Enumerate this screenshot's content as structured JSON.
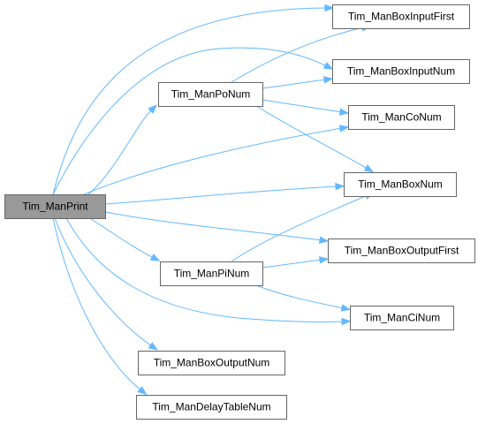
{
  "graph": {
    "nodes": [
      {
        "id": "print",
        "label": "Tim_ManPrint",
        "highlight": true
      },
      {
        "id": "poNum",
        "label": "Tim_ManPoNum"
      },
      {
        "id": "piNum",
        "label": "Tim_ManPiNum"
      },
      {
        "id": "boxInputFirst",
        "label": "Tim_ManBoxInputFirst"
      },
      {
        "id": "boxInputNum",
        "label": "Tim_ManBoxInputNum"
      },
      {
        "id": "coNum",
        "label": "Tim_ManCoNum"
      },
      {
        "id": "boxNum",
        "label": "Tim_ManBoxNum"
      },
      {
        "id": "boxOutputFirst",
        "label": "Tim_ManBoxOutputFirst"
      },
      {
        "id": "ciNum",
        "label": "Tim_ManCiNum"
      },
      {
        "id": "boxOutputNum",
        "label": "Tim_ManBoxOutputNum"
      },
      {
        "id": "delayTableNum",
        "label": "Tim_ManDelayTableNum"
      }
    ],
    "edges": [
      {
        "from": "print",
        "to": "boxInputFirst"
      },
      {
        "from": "print",
        "to": "boxInputNum"
      },
      {
        "from": "print",
        "to": "poNum"
      },
      {
        "from": "print",
        "to": "coNum"
      },
      {
        "from": "print",
        "to": "boxNum"
      },
      {
        "from": "print",
        "to": "boxOutputFirst"
      },
      {
        "from": "print",
        "to": "piNum"
      },
      {
        "from": "print",
        "to": "ciNum"
      },
      {
        "from": "print",
        "to": "boxOutputNum"
      },
      {
        "from": "print",
        "to": "delayTableNum"
      },
      {
        "from": "poNum",
        "to": "boxInputFirst"
      },
      {
        "from": "poNum",
        "to": "boxInputNum"
      },
      {
        "from": "poNum",
        "to": "coNum"
      },
      {
        "from": "poNum",
        "to": "boxNum"
      },
      {
        "from": "piNum",
        "to": "boxNum"
      },
      {
        "from": "piNum",
        "to": "boxOutputFirst"
      },
      {
        "from": "piNum",
        "to": "ciNum"
      }
    ],
    "colors": {
      "edge": "#63b8ff",
      "node_border": "#666666",
      "root_fill": "#999999",
      "node_fill": "#ffffff"
    }
  }
}
